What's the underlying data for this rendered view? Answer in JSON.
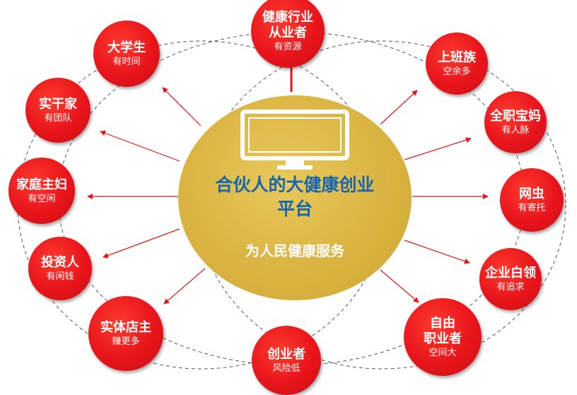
{
  "hub": {
    "title_line1": "合伙人的大健康创业",
    "title_line2": "平台",
    "subtitle": "为人民健康服务",
    "icon": "monitor-icon"
  },
  "nodes": [
    {
      "id": "health",
      "lines": [
        "健康行业",
        "从业者"
      ],
      "sub": "有资源"
    },
    {
      "id": "office",
      "lines": [
        "上班族"
      ],
      "sub": "空余多"
    },
    {
      "id": "mom",
      "lines": [
        "全职宝妈"
      ],
      "sub": "有人脉"
    },
    {
      "id": "netaddict",
      "lines": [
        "网虫"
      ],
      "sub": "有寄托"
    },
    {
      "id": "whitecollar",
      "lines": [
        "企业白领"
      ],
      "sub": "有追求"
    },
    {
      "id": "freelancer",
      "lines": [
        "自由",
        "职业者"
      ],
      "sub": "空间大"
    },
    {
      "id": "entrepreneur",
      "lines": [
        "创业者"
      ],
      "sub": "风险低"
    },
    {
      "id": "shopowner",
      "lines": [
        "实体店主"
      ],
      "sub": "赚更多"
    },
    {
      "id": "investor",
      "lines": [
        "投资人"
      ],
      "sub": "有闲钱"
    },
    {
      "id": "housewife",
      "lines": [
        "家庭主妇"
      ],
      "sub": "有空闲"
    },
    {
      "id": "doer",
      "lines": [
        "实干家"
      ],
      "sub": "有团队"
    },
    {
      "id": "student",
      "lines": [
        "大学生"
      ],
      "sub": "有时间"
    }
  ],
  "colors": {
    "hub": "#d9b240",
    "hub_title": "#1366b4",
    "node": "#e8151b",
    "arrow": "#e8151b",
    "ring": "#555555"
  }
}
